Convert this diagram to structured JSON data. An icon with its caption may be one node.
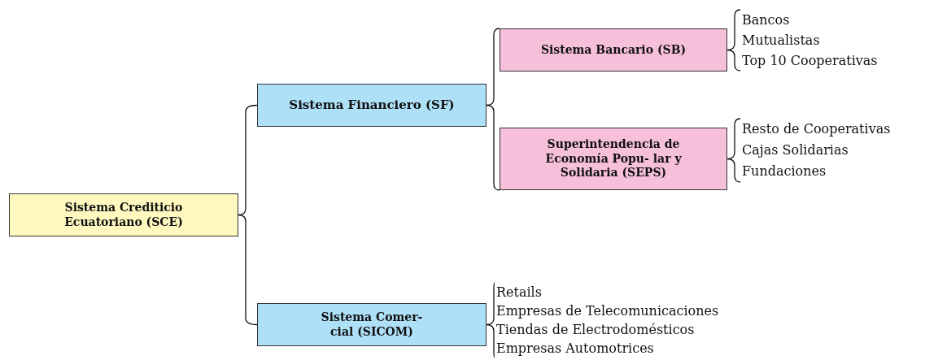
{
  "diagram": {
    "nodes": [
      {
        "text": [
          "Sistema Crediticio Ecuatoriano (SCE)"
        ]
      },
      {
        "text": [
          "Sistema Financiero (SF)"
        ]
      },
      {
        "text": [
          "Sistema Bancario (SB)"
        ]
      },
      {
        "text": [
          "Superintendencia de Economía Popu- lar y Solidaria (SEPS)"
        ]
      },
      {
        "text": [
          "Sistema Comer- cial (SICOM)"
        ]
      },
      {
        "text": [
          "Bancos",
          "Mutualistas",
          "Top 10 Cooperativas"
        ]
      },
      {
        "text": [
          "Resto de Cooperativas",
          "Cajas Solidarias",
          "Fundaciones"
        ]
      },
      {
        "text": [
          "Retails",
          "Empresas de Telecomunicaciones",
          "Tiendas de Electrodomésticos",
          "Empresas Automotrices"
        ]
      }
    ],
    "edges": [
      {
        "from": 0,
        "to": 1,
        "arrow": "none"
      },
      {
        "from": 0,
        "to": 4,
        "arrow": "none"
      },
      {
        "from": 1,
        "to": 2,
        "arrow": "none"
      },
      {
        "from": 1,
        "to": 3,
        "arrow": "none"
      },
      {
        "from": 2,
        "to": 5,
        "arrow": "none"
      },
      {
        "from": 3,
        "to": 6,
        "arrow": "none"
      },
      {
        "from": 4,
        "to": 7,
        "arrow": "none"
      }
    ]
  }
}
